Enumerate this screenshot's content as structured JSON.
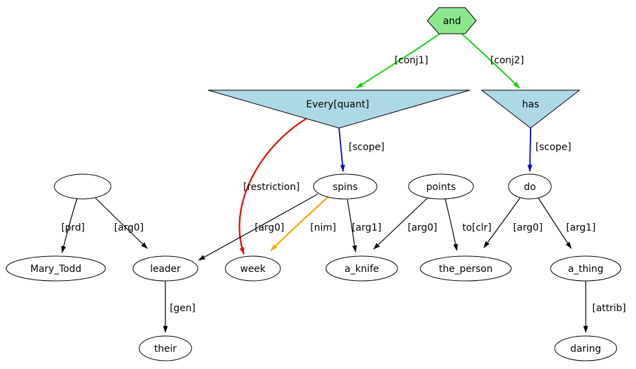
{
  "graph": {
    "colors": {
      "conj": "#00d400",
      "scope": "#0000dd",
      "restriction": "#ee0000",
      "nim": "#ffa500",
      "plain": "#000000",
      "hexagon_fill": "#8ce78c",
      "triangle_fill": "#add8e6",
      "ellipse_fill": "#ffffff"
    },
    "nodes": {
      "and": {
        "label": "and",
        "shape": "hexagon"
      },
      "every_quant": {
        "label": "Every[quant]",
        "shape": "inverted-triangle"
      },
      "has": {
        "label": "has",
        "shape": "inverted-triangle"
      },
      "empty": {
        "label": "",
        "shape": "ellipse"
      },
      "spins": {
        "label": "spins",
        "shape": "ellipse"
      },
      "points": {
        "label": "points",
        "shape": "ellipse"
      },
      "do": {
        "label": "do",
        "shape": "ellipse"
      },
      "mary_todd": {
        "label": "Mary_Todd",
        "shape": "ellipse"
      },
      "leader": {
        "label": "leader",
        "shape": "ellipse"
      },
      "week": {
        "label": "week",
        "shape": "ellipse"
      },
      "a_knife": {
        "label": "a_knife",
        "shape": "ellipse"
      },
      "the_person": {
        "label": "the_person",
        "shape": "ellipse"
      },
      "a_thing": {
        "label": "a_thing",
        "shape": "ellipse"
      },
      "their": {
        "label": "their",
        "shape": "ellipse"
      },
      "daring": {
        "label": "daring",
        "shape": "ellipse"
      }
    },
    "edges": {
      "conj1": {
        "label": "[conj1]",
        "from": "and",
        "to": "every_quant",
        "color": "green"
      },
      "conj2": {
        "label": "[conj2]",
        "from": "and",
        "to": "has",
        "color": "green"
      },
      "scope1": {
        "label": "[scope]",
        "from": "every_quant",
        "to": "spins",
        "color": "blue"
      },
      "restriction": {
        "label": "[restriction]",
        "from": "every_quant",
        "to": "week",
        "color": "red"
      },
      "scope2": {
        "label": "[scope]",
        "from": "has",
        "to": "do",
        "color": "blue"
      },
      "prd": {
        "label": "[prd]",
        "from": "empty",
        "to": "mary_todd",
        "color": "black"
      },
      "arg0_a": {
        "label": "[arg0]",
        "from": "empty",
        "to": "leader",
        "color": "black"
      },
      "arg0_b": {
        "label": "[arg0]",
        "from": "spins",
        "to": "leader",
        "color": "black"
      },
      "nim": {
        "label": "[nim]",
        "from": "spins",
        "to": "week",
        "color": "orange"
      },
      "arg1_a": {
        "label": "[arg1]",
        "from": "spins",
        "to": "a_knife",
        "color": "black"
      },
      "arg0_c": {
        "label": "[arg0]",
        "from": "points",
        "to": "a_knife",
        "color": "black"
      },
      "toclr": {
        "label": "to[clr]",
        "from": "points",
        "to": "the_person",
        "color": "black"
      },
      "arg0_d": {
        "label": "[arg0]",
        "from": "do",
        "to": "the_person",
        "color": "black"
      },
      "arg1_b": {
        "label": "[arg1]",
        "from": "do",
        "to": "a_thing",
        "color": "black"
      },
      "gen": {
        "label": "[gen]",
        "from": "leader",
        "to": "their",
        "color": "black"
      },
      "attrib": {
        "label": "[attrib]",
        "from": "a_thing",
        "to": "daring",
        "color": "black"
      }
    }
  }
}
